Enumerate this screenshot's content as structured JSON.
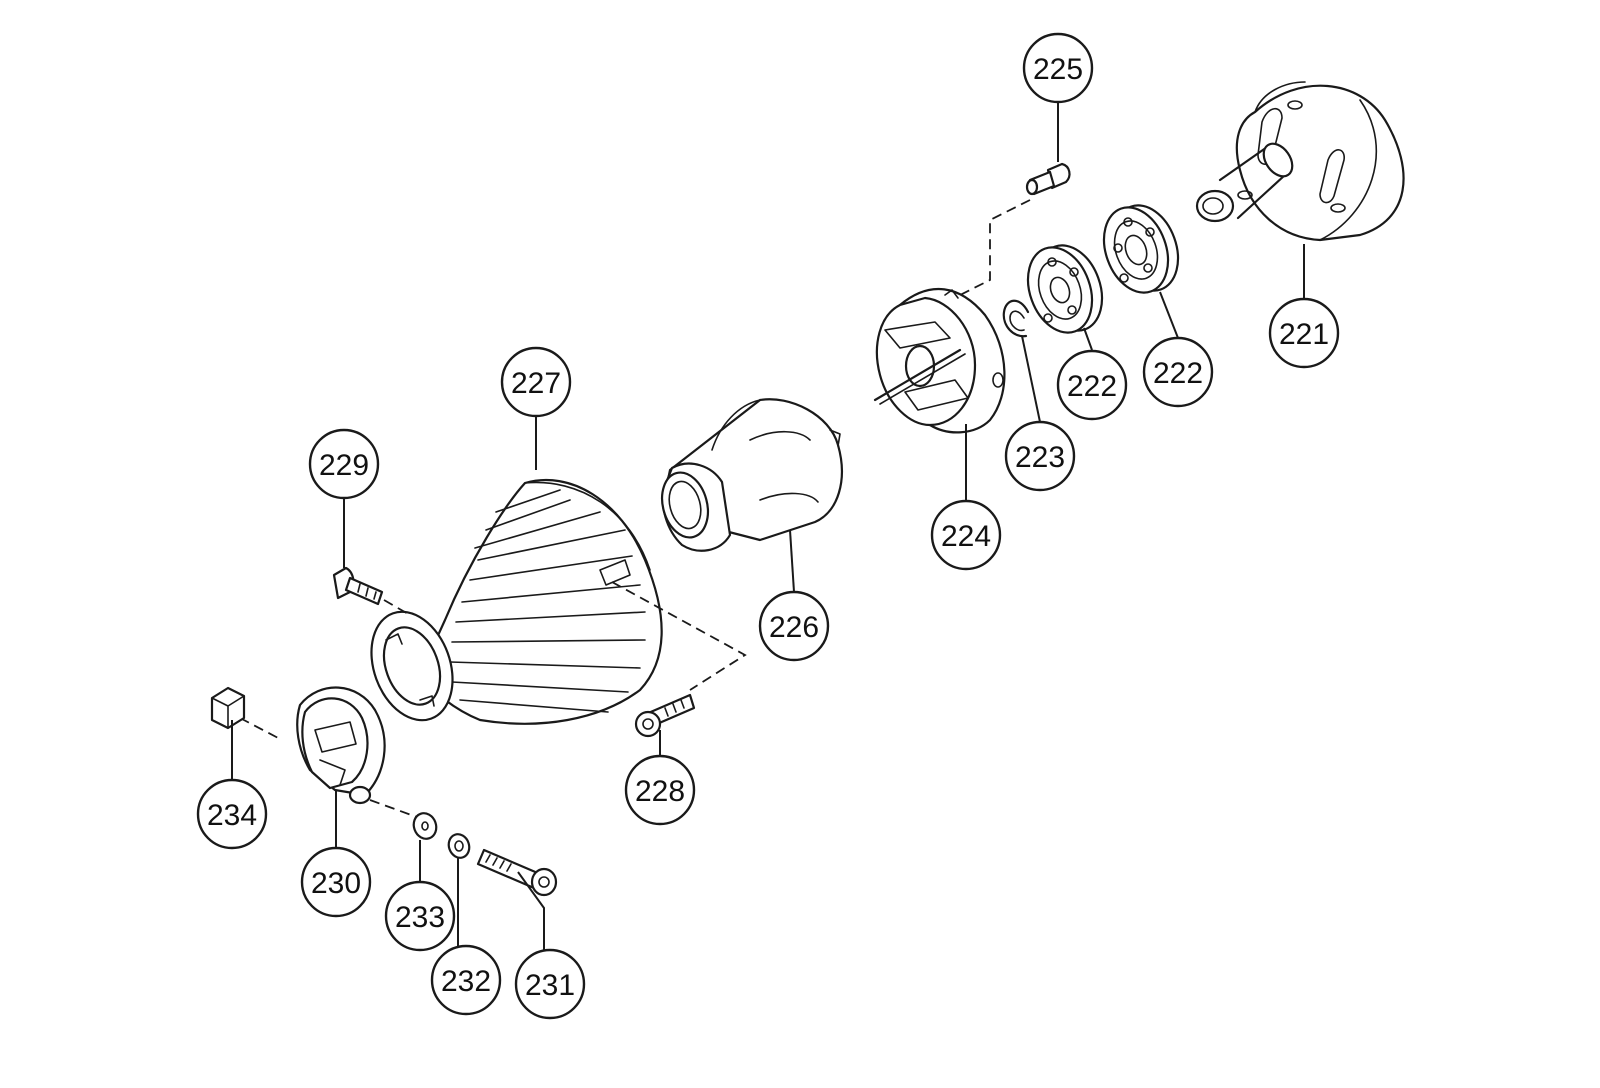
{
  "callouts": [
    {
      "id": "c225",
      "label": "225"
    },
    {
      "id": "c221",
      "label": "221"
    },
    {
      "id": "c222a",
      "label": "222"
    },
    {
      "id": "c222b",
      "label": "222"
    },
    {
      "id": "c223",
      "label": "223"
    },
    {
      "id": "c224",
      "label": "224"
    },
    {
      "id": "c227",
      "label": "227"
    },
    {
      "id": "c229",
      "label": "229"
    },
    {
      "id": "c226",
      "label": "226"
    },
    {
      "id": "c228",
      "label": "228"
    },
    {
      "id": "c234",
      "label": "234"
    },
    {
      "id": "c230",
      "label": "230"
    },
    {
      "id": "c233",
      "label": "233"
    },
    {
      "id": "c232",
      "label": "232"
    },
    {
      "id": "c231",
      "label": "231"
    }
  ]
}
